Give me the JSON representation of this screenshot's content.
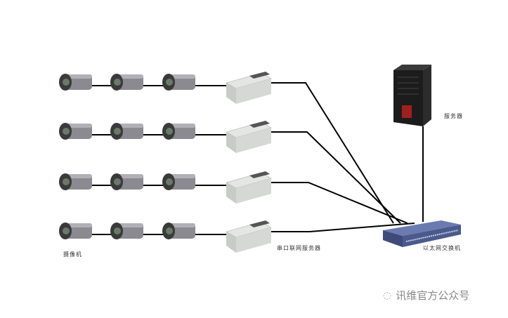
{
  "labels": {
    "camera": "摄像机",
    "serial_server": "串口联网服务器",
    "switch": "以太网交换机",
    "server": "服务器"
  },
  "watermark": "讯维官方公众号",
  "colors": {
    "switch": "#4a5a8c",
    "server": "#1c1c1c",
    "camera": "#8a8a90",
    "cable": "#000000"
  }
}
